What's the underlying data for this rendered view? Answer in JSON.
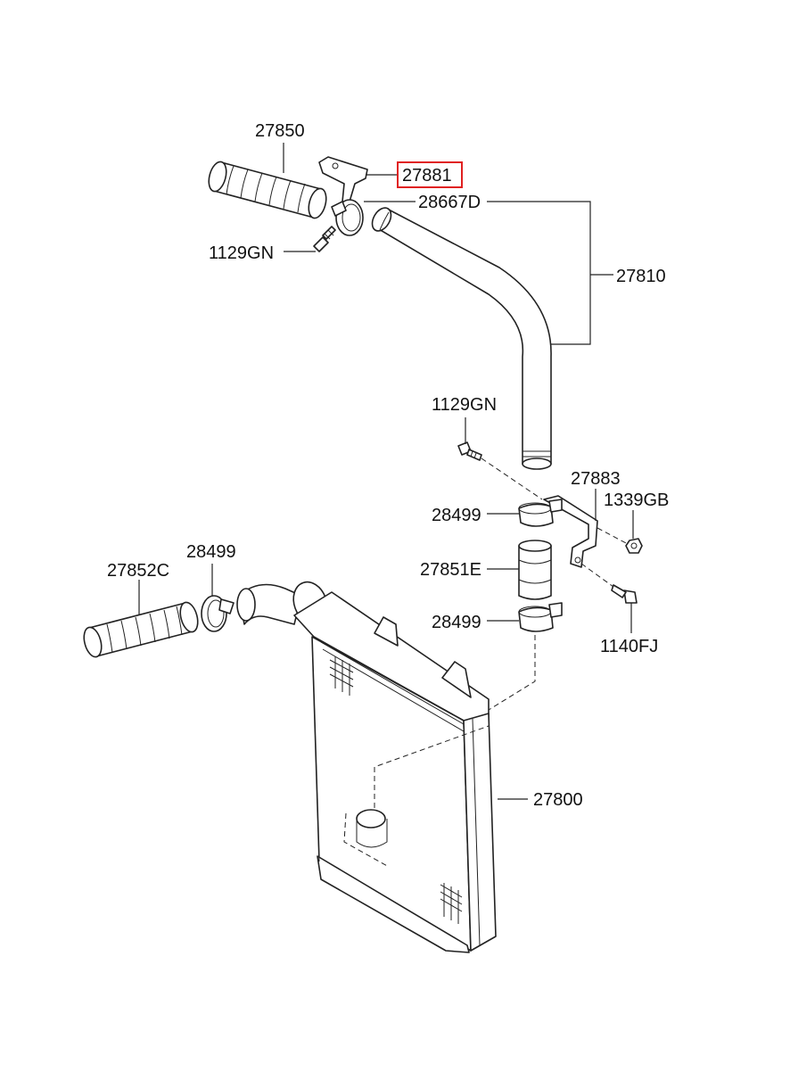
{
  "diagram": {
    "labels": {
      "p27850": "27850",
      "p27881": "27881",
      "p28667D": "28667D",
      "p1129GN_top": "1129GN",
      "p27810": "27810",
      "p1129GN_mid": "1129GN",
      "p27883": "27883",
      "p1339GB": "1339GB",
      "p28499_upper": "28499",
      "p27851E": "27851E",
      "p28499_lower": "28499",
      "p1140FJ": "1140FJ",
      "p27852C": "27852C",
      "p28499_left": "28499",
      "p27800": "27800"
    },
    "highlight_color": "#e02020"
  }
}
